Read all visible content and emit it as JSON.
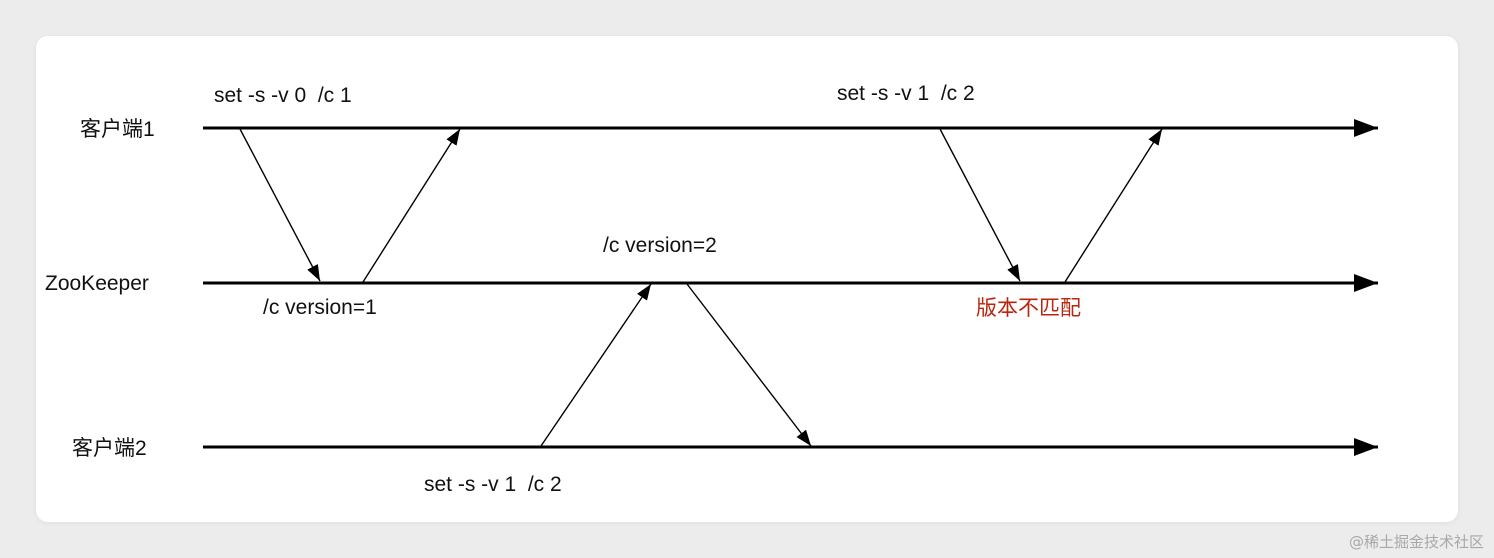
{
  "lanes": {
    "client1": "客户端1",
    "zookeeper": "ZooKeeper",
    "client2": "客户端2"
  },
  "commands": {
    "client1_first": "set -s -v 0  /c 1",
    "client1_second": "set -s -v 1  /c 2",
    "client2_first": "set -s -v 1  /c 2"
  },
  "responses": {
    "zk_version1": "/c version=1",
    "zk_version2": "/c version=2",
    "zk_mismatch": "版本不匹配"
  },
  "watermark": "@稀土掘金技术社区",
  "colors": {
    "line": "#000000",
    "alert": "#b8260f",
    "card": "#ffffff",
    "background": "#ececec"
  }
}
